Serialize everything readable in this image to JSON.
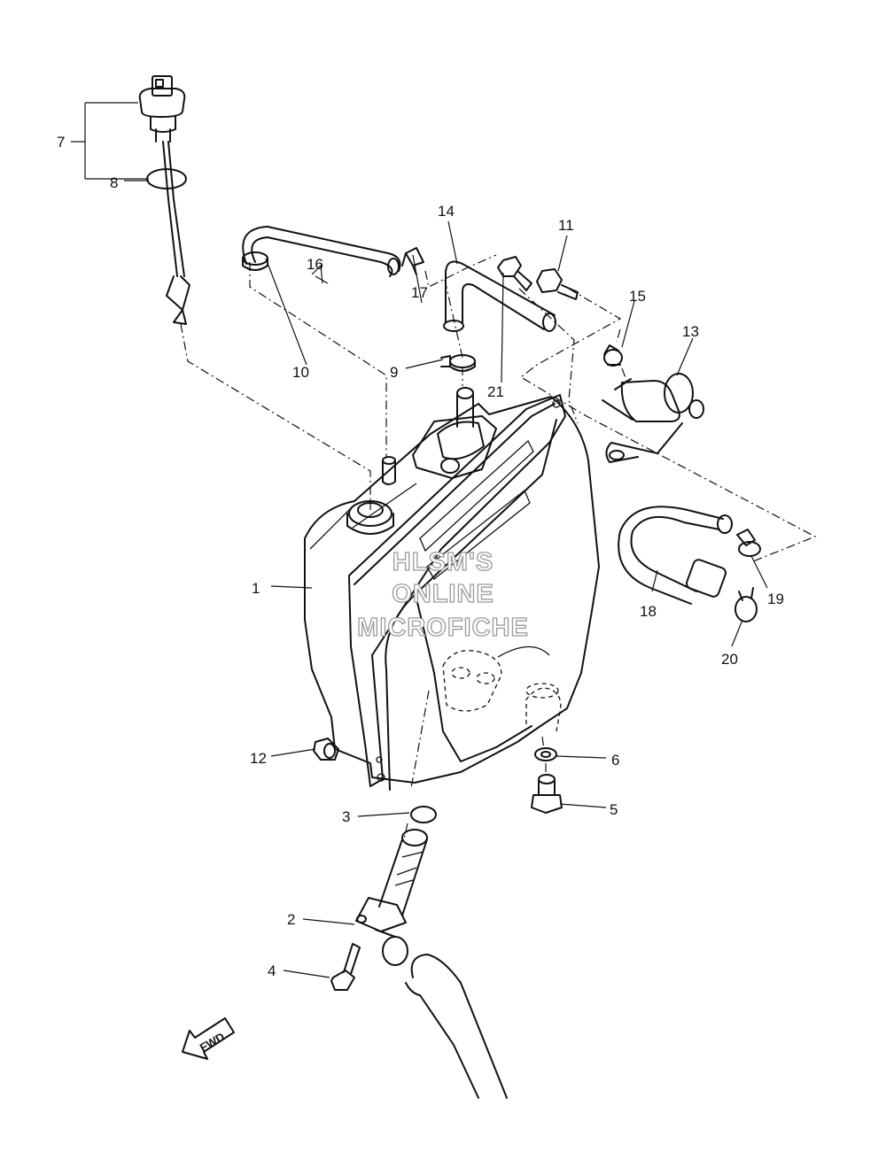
{
  "callouts": {
    "c1": "1",
    "c2": "2",
    "c3": "3",
    "c4": "4",
    "c5": "5",
    "c6": "6",
    "c7": "7",
    "c8": "8",
    "c9": "9",
    "c10": "10",
    "c11": "11",
    "c12": "12",
    "c13": "13",
    "c14": "14",
    "c15": "15",
    "c16": "16",
    "c17": "17",
    "c18": "18",
    "c19": "19",
    "c20": "20",
    "c21": "21"
  },
  "watermark": {
    "line1": "HLSM'S",
    "line2": "ONLINE",
    "line3": "MICROFICHE"
  },
  "direction_arrow": {
    "label": "FWD"
  }
}
